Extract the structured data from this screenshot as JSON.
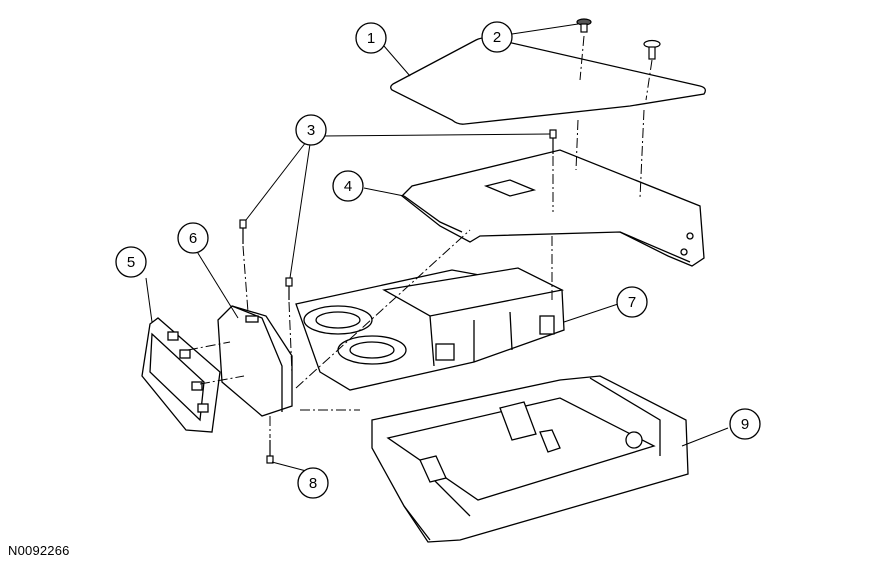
{
  "figure_id": "N0092266",
  "callouts": [
    {
      "id": "callout-1",
      "label": "1"
    },
    {
      "id": "callout-2",
      "label": "2"
    },
    {
      "id": "callout-3",
      "label": "3"
    },
    {
      "id": "callout-4",
      "label": "4"
    },
    {
      "id": "callout-5",
      "label": "5"
    },
    {
      "id": "callout-6",
      "label": "6"
    },
    {
      "id": "callout-7",
      "label": "7"
    },
    {
      "id": "callout-8",
      "label": "8"
    },
    {
      "id": "callout-9",
      "label": "9"
    }
  ],
  "colors": {
    "line": "#000000",
    "fill": "#ffffff",
    "shade": "#d9d9d9"
  }
}
